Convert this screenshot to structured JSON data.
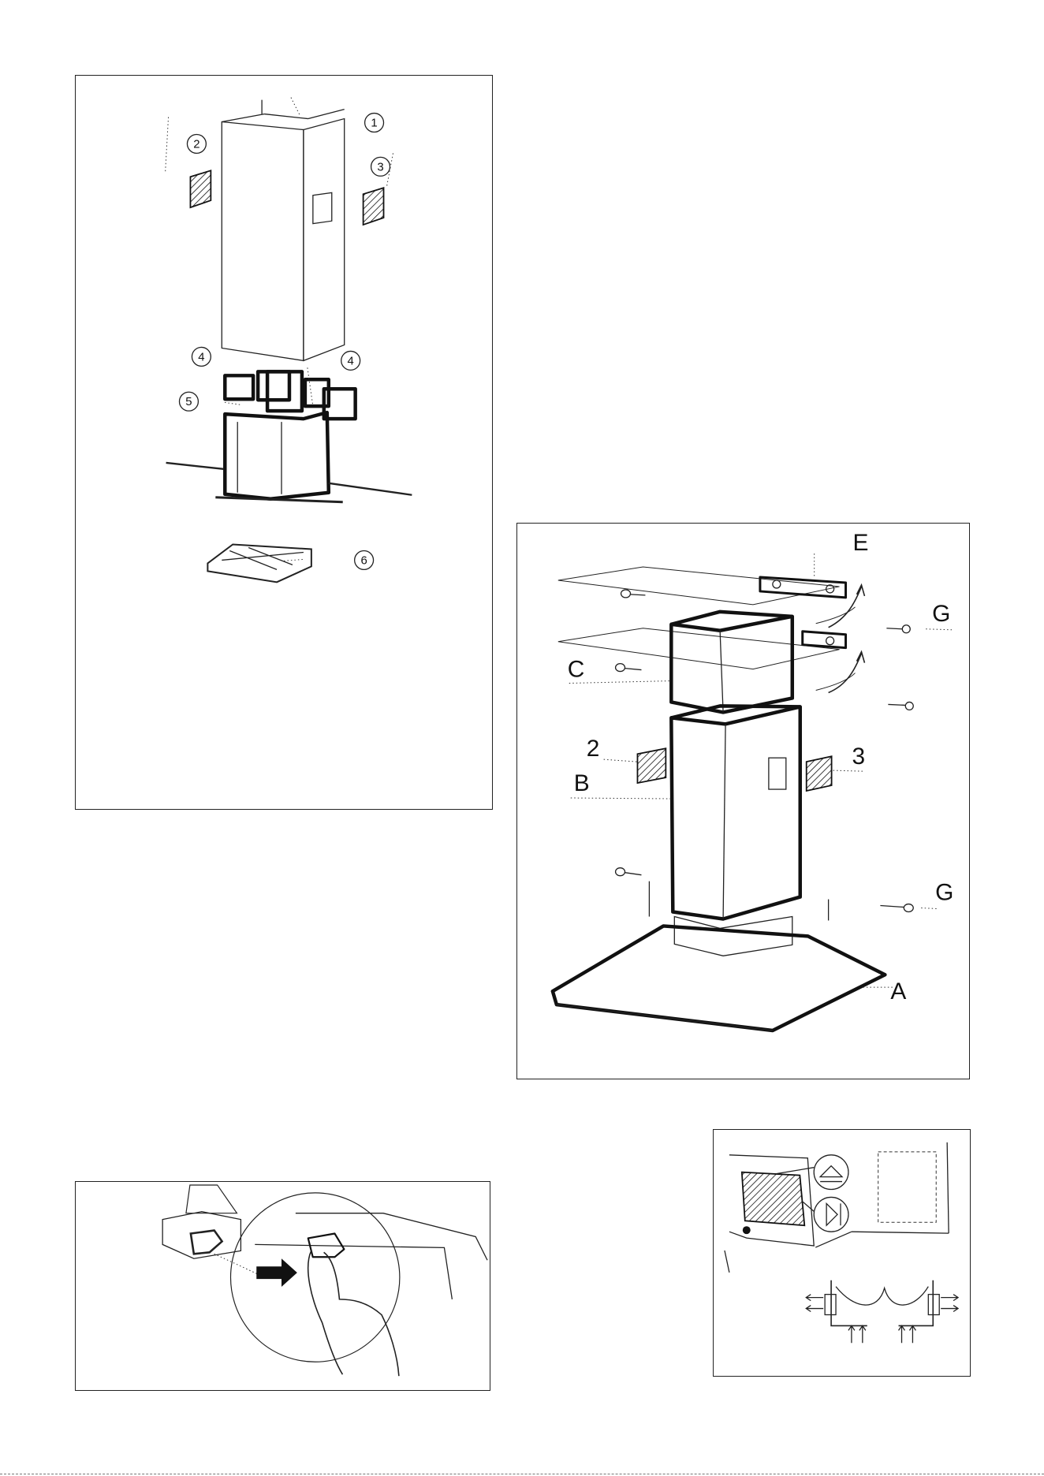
{
  "panel1": {
    "callouts": [
      "1",
      "2",
      "3",
      "4",
      "4",
      "5",
      "6"
    ]
  },
  "panel2": {
    "labels": [
      "E",
      "G",
      "C",
      "2",
      "3",
      "B",
      "G",
      "A"
    ]
  },
  "panel3": {},
  "panel4": {}
}
